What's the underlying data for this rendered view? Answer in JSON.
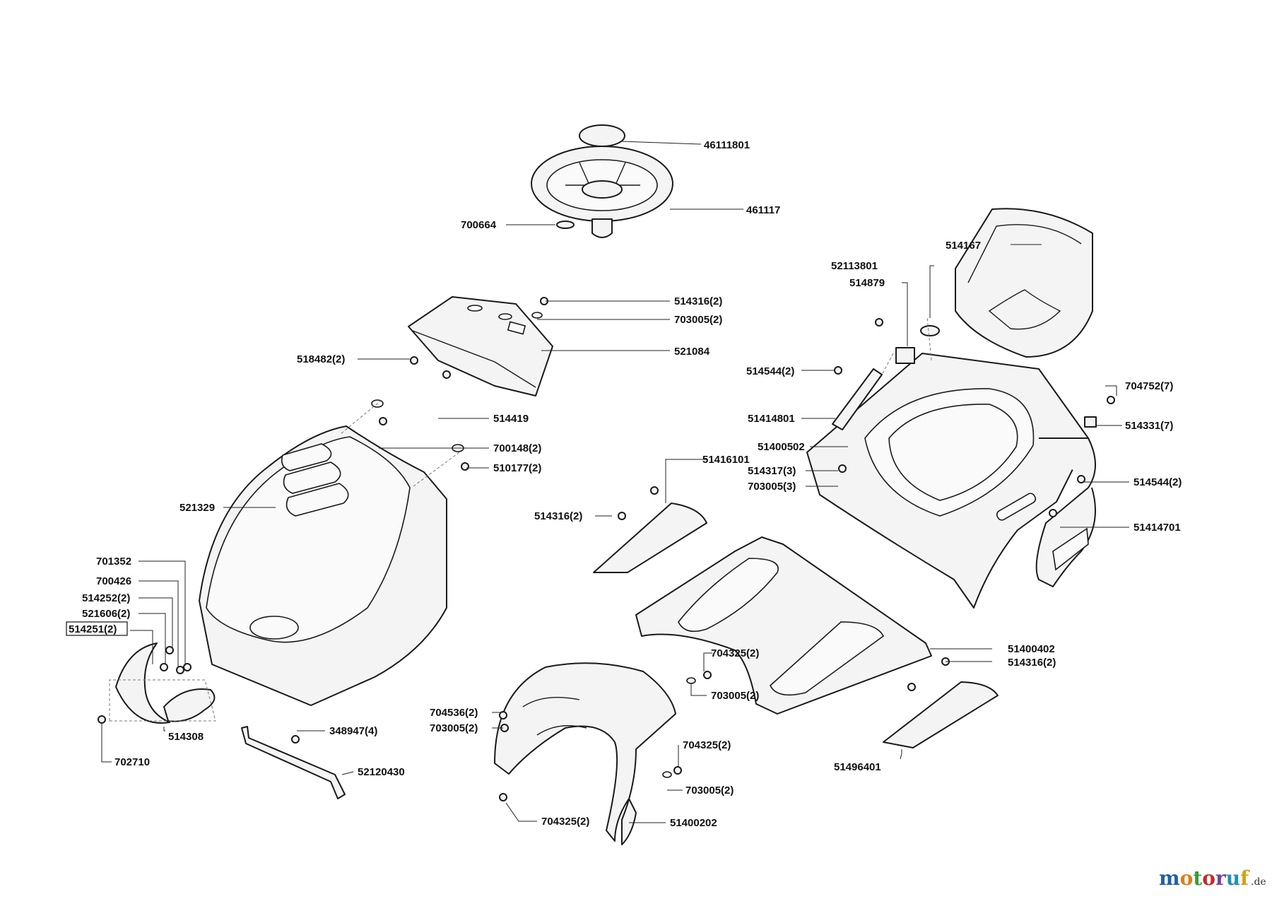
{
  "labels": {
    "l_46111801": "46111801",
    "l_461117": "461117",
    "l_700664": "700664",
    "l_514167": "514167",
    "l_52113801": "52113801",
    "l_514879": "514879",
    "l_514316_2a": "514316(2)",
    "l_703005_2a": "703005(2)",
    "l_521084": "521084",
    "l_518482_2": "518482(2)",
    "l_514544_2a": "514544(2)",
    "l_704752_7": "704752(7)",
    "l_514331_7": "514331(7)",
    "l_514419": "514419",
    "l_51414801": "51414801",
    "l_700148_2": "700148(2)",
    "l_51400502": "51400502",
    "l_510177_2": "510177(2)",
    "l_51416101": "51416101",
    "l_514317_3": "514317(3)",
    "l_703005_3": "703005(3)",
    "l_514544_2b": "514544(2)",
    "l_521329": "521329",
    "l_514316_2b": "514316(2)",
    "l_51414701": "51414701",
    "l_701352": "701352",
    "l_700426": "700426",
    "l_514252_2": "514252(2)",
    "l_521606_2": "521606(2)",
    "l_514251_2": "514251(2)",
    "l_704325_2a": "704325(2)",
    "l_51400402": "51400402",
    "l_514316_2c": "514316(2)",
    "l_703005_2b": "703005(2)",
    "l_704536_2": "704536(2)",
    "l_703005_2c": "703005(2)",
    "l_514308": "514308",
    "l_348947_4": "348947(4)",
    "l_704325_2b": "704325(2)",
    "l_702710": "702710",
    "l_52120430": "52120430",
    "l_51496401": "51496401",
    "l_703005_2d": "703005(2)",
    "l_704325_2c": "704325(2)",
    "l_51400202": "51400202"
  },
  "brand": {
    "letters": [
      "m",
      "o",
      "t",
      "o",
      "r",
      "u",
      "f"
    ],
    "suffix": ".de",
    "colors": [
      "#1f5fa8",
      "#e07b1a",
      "#3a9a3a",
      "#c22b2b",
      "#7a3fa0",
      "#1f8fb0",
      "#d4a017"
    ]
  }
}
